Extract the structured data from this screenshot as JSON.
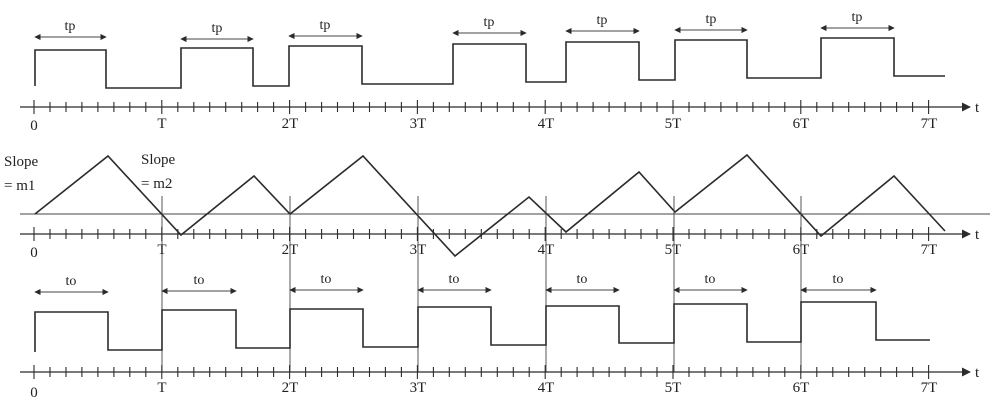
{
  "axis": {
    "variable": "t",
    "period_labels": [
      "0",
      "T",
      "2T",
      "3T",
      "4T",
      "5T",
      "6T",
      "7T"
    ]
  },
  "row1": {
    "pulse_label": "tp",
    "pulse_count": 7
  },
  "row2": {
    "slope1_line1": "Slope",
    "slope1_line2": "= m1",
    "slope2_line1": "Slope",
    "slope2_line2": "= m2"
  },
  "row3": {
    "pulse_label": "to",
    "pulse_count": 7
  }
}
